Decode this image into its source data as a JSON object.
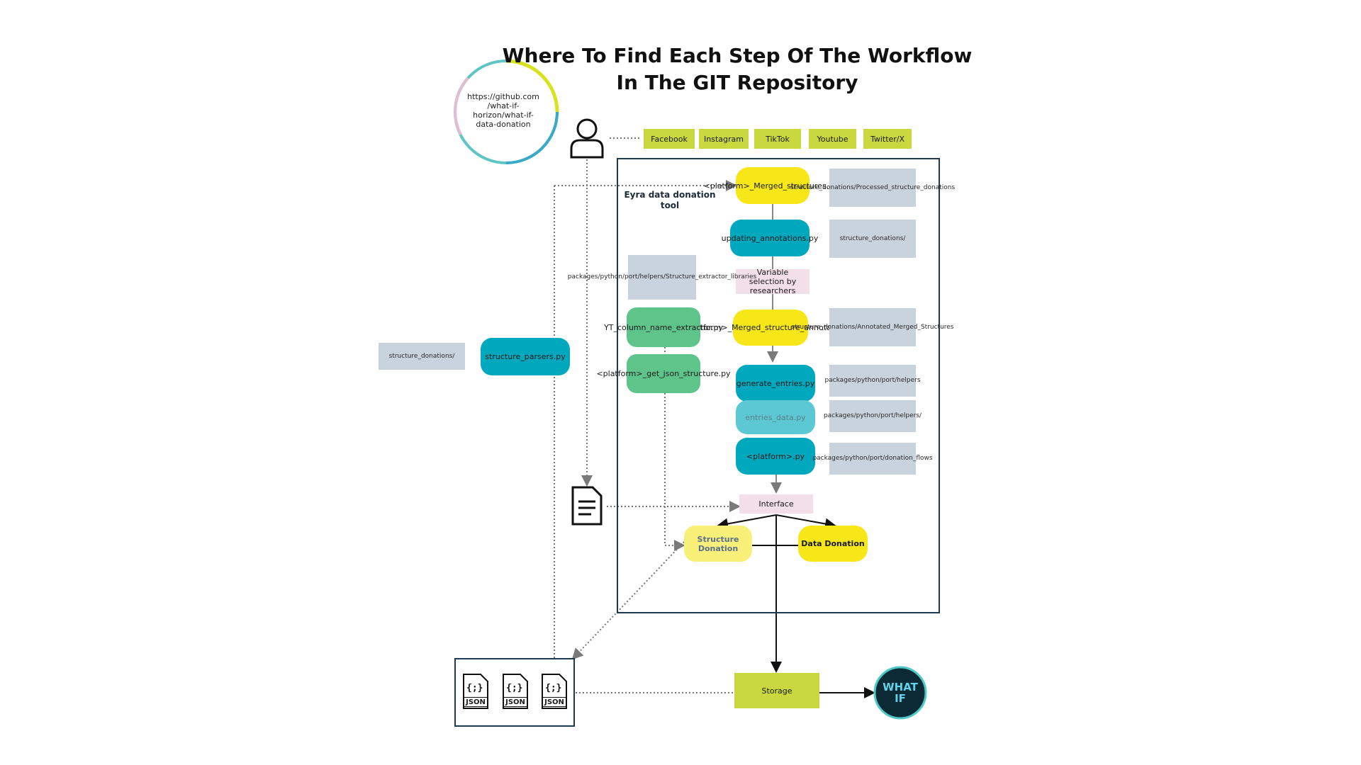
{
  "title": "Where  To Find Each Step Of The Workflow In The GIT Repository",
  "repo_url": "https://github.com /what-if- horizon/what-if- data-donation",
  "platforms": [
    "Facebook",
    "Instagram",
    "TikTok",
    "Youtube",
    "Twitter/X"
  ],
  "tool_label": "Eyra data donation tool",
  "nodes": {
    "merged_structures": "<platform>_Merged_structures.csv",
    "updating_annotations": "updating_annotations.py",
    "variable_selection": "Variable selection by researchers",
    "merged_annotated": "<platform>_Merged_structure_annotated.csv",
    "generate_entries": "generate_entries.py",
    "entries_data": "entries_data.py",
    "platform_py": "<platform>.py",
    "interface": "Interface",
    "structure_donation": "Structure Donation",
    "data_donation": "Data Donation",
    "storage": "Storage",
    "yt_column": "YT_column_name_extractor.py",
    "get_json": "<platform>_get_json_structure.py",
    "structure_parsers": "structure_parsers.py"
  },
  "paths": {
    "processed": "structure_donations/Processed_structure_donations",
    "structure_donations": "structure_donations/",
    "annotated": "structure_donations/Annotated_Merged_Structures",
    "helpers1": "packages/python/port/helpers",
    "helpers2": "packages/python/port/helpers/",
    "donation_flows": "packages/python/port/donation_flows",
    "extractor_libs": "packages/python/port/helpers/Structure_extractor_libraries",
    "left_structure": "structure_donations/"
  },
  "json_label": "JSON",
  "logo_text": "WHAT IF"
}
